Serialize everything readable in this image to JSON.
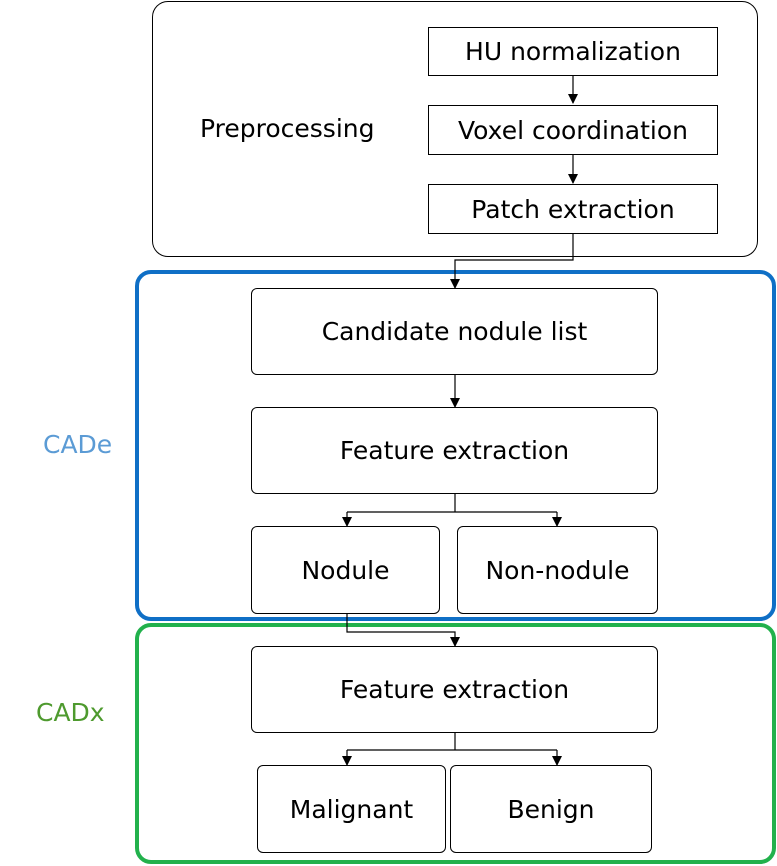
{
  "preprocessing": {
    "label": "Preprocessing",
    "steps": [
      "HU normalization",
      "Voxel coordination",
      "Patch extraction"
    ]
  },
  "cade": {
    "label": "CADe",
    "label_color": "#5B9BD5",
    "border_color": "#0F6FC6",
    "candidate": "Candidate nodule list",
    "feature": "Feature extraction",
    "nodule": "Nodule",
    "non_nodule": "Non-nodule"
  },
  "cadx": {
    "label": "CADx",
    "label_color": "#4E9A2E",
    "border_color": "#22B14C",
    "feature": "Feature extraction",
    "malignant": "Malignant",
    "benign": "Benign"
  }
}
